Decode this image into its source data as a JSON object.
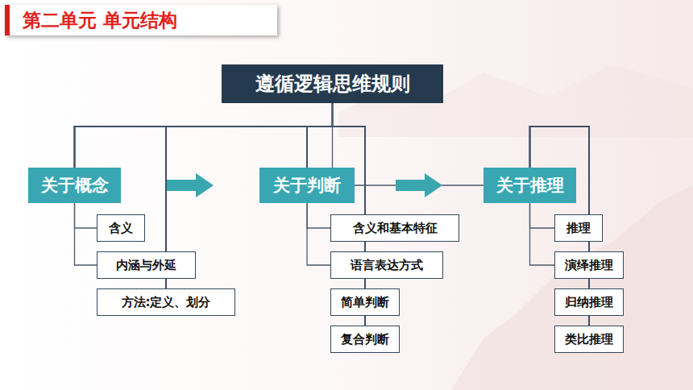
{
  "diagram": {
    "title": "第二单元 单元结构",
    "nodes": [
      {
        "text": [
          "遵循逻辑思维规则"
        ]
      },
      {
        "text": [
          "关于概念"
        ]
      },
      {
        "text": [
          "关于判断"
        ]
      },
      {
        "text": [
          "关于推理"
        ]
      },
      {
        "text": [
          "含义"
        ]
      },
      {
        "text": [
          "内涵与外延"
        ]
      },
      {
        "text": [
          "方法:定义、划分"
        ]
      },
      {
        "text": [
          "含义和基本特征"
        ]
      },
      {
        "text": [
          "语言表达方式"
        ]
      },
      {
        "text": [
          "简单判断"
        ]
      },
      {
        "text": [
          "复合判断"
        ]
      },
      {
        "text": [
          "推理"
        ]
      },
      {
        "text": [
          "演绎推理"
        ]
      },
      {
        "text": [
          "归纳推理"
        ]
      },
      {
        "text": [
          "类比推理"
        ]
      }
    ],
    "edges": [
      {
        "from": 0,
        "to": 1,
        "arrow": "none"
      },
      {
        "from": 0,
        "to": 2,
        "arrow": "none"
      },
      {
        "from": 0,
        "to": 3,
        "arrow": "none"
      },
      {
        "from": 1,
        "to": 2,
        "arrow": "to"
      },
      {
        "from": 2,
        "to": 3,
        "arrow": "to"
      },
      {
        "from": 1,
        "to": 4,
        "arrow": "none"
      },
      {
        "from": 1,
        "to": 5,
        "arrow": "none"
      },
      {
        "from": 1,
        "to": 6,
        "arrow": "none"
      },
      {
        "from": 2,
        "to": 7,
        "arrow": "none"
      },
      {
        "from": 2,
        "to": 8,
        "arrow": "none"
      },
      {
        "from": 2,
        "to": 9,
        "arrow": "none"
      },
      {
        "from": 2,
        "to": 10,
        "arrow": "none"
      },
      {
        "from": 3,
        "to": 11,
        "arrow": "none"
      },
      {
        "from": 3,
        "to": 12,
        "arrow": "none"
      },
      {
        "from": 3,
        "to": 13,
        "arrow": "none"
      },
      {
        "from": 3,
        "to": 14,
        "arrow": "none"
      }
    ]
  }
}
